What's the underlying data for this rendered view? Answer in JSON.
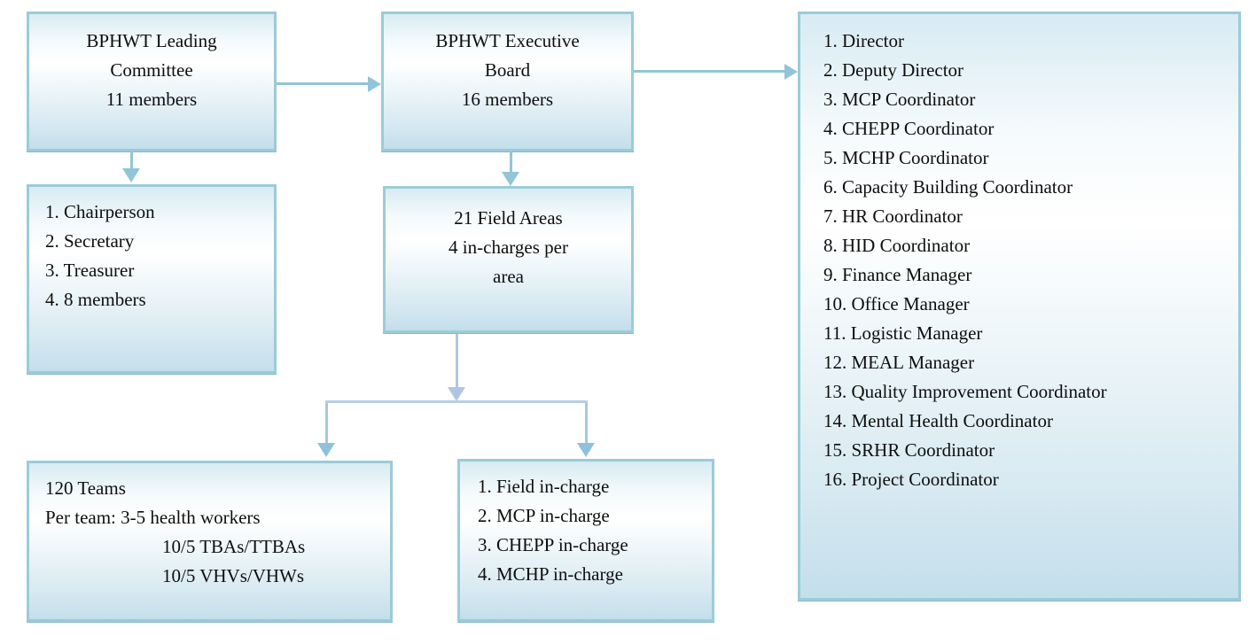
{
  "colors": {
    "box_border": "#9bcbd9",
    "box_border_dark": "#8ab9cb",
    "fill_top": "#d7ebf3",
    "fill_mid": "#ffffff",
    "fill_bottom": "#c3dfeb",
    "arrow_teal": "#92c5d8",
    "connector_periwinkle": "#b0c5e2",
    "connector_light": "#b8cde8",
    "branch_line": "#a5c9de",
    "branch_arrow": "#8fc2da",
    "text": "#0e0e0e"
  },
  "boxes": {
    "leading_committee": {
      "lines": [
        "BPHWT Leading",
        "Committee",
        "11 members"
      ]
    },
    "executive_board": {
      "lines": [
        "BPHWT Executive",
        "Board",
        "16 members"
      ]
    },
    "executive_positions": {
      "items": [
        "1. Director",
        "2. Deputy Director",
        "3. MCP Coordinator",
        "4. CHEPP Coordinator",
        "5. MCHP Coordinator",
        "6. Capacity Building Coordinator",
        "7. HR Coordinator",
        "8. HID Coordinator",
        "9. Finance Manager",
        "10. Office Manager",
        "11. Logistic Manager",
        "12. MEAL Manager",
        "13. Quality Improvement Coordinator",
        "14. Mental Health Coordinator",
        "15. SRHR Coordinator",
        "16. Project Coordinator"
      ]
    },
    "leading_positions": {
      "items": [
        "1. Chairperson",
        "2. Secretary",
        "3. Treasurer",
        "4. 8 members"
      ]
    },
    "field_areas": {
      "lines": [
        "21 Field Areas",
        "4 in-charges per",
        "area"
      ]
    },
    "teams": {
      "lines": [
        "120 Teams",
        "Per team: 3-5 health workers",
        "10/5 TBAs/TTBAs",
        "10/5 VHVs/VHWs"
      ]
    },
    "field_incharges": {
      "items": [
        "1. Field in-charge",
        "2. MCP in-charge",
        "3. CHEPP in-charge",
        "4. MCHP in-charge"
      ]
    }
  }
}
